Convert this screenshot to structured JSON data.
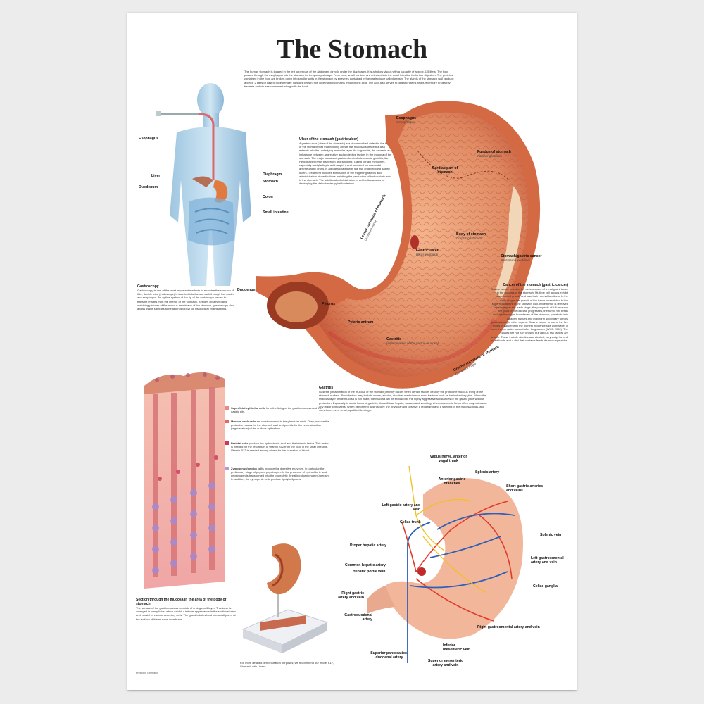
{
  "title": "The Stomach",
  "intro": "The human stomach is located in the left upper part of the abdomen, directly under the diaphragm. It is a hollow viscus with a capacity of approx. 1.5 liters. The food passes through the esophagus into the stomach for temporary storage. From here, small portions are released into the small intestine for further digestion. The proteins contained in the food are broken down into smaller units in the stomach by enzymes contained in the gastric juice called pepsin. The glands of the stomach wall produce approx. 2 liters of gastric juice per day. Besides pepsin, this juice mainly contains hydrochloric acid. The acid also serves to digest proteins and furthermore to destroy bacteria and viruses consumed along with the food.",
  "body_labels": {
    "esophagus": "Esophagus",
    "liver": "Liver",
    "duodenum": "Duodenum",
    "diaphragm": "Diaphragm",
    "stomach": "Stomach",
    "colon": "Colon",
    "small_intestine": "Small intestine"
  },
  "gastroscopy": {
    "heading": "Gastroscopy",
    "text": "Gastroscopy is one of the most important methods to examine the stomach. A thin, flexible tube (endoscope) is inserted into the stomach through the mouth and esophagus. An optical system at the tip of the endoscope serves to transmit images from the interior of the stomach. Besides observing and obtaining pictures of the mucous membrane of the stomach, gastroscopy also allows tissue samples to be taken (biopsy) for histological examinations."
  },
  "ulcer": {
    "heading": "Ulcer of the stomach (gastric ulcer)",
    "text": "A gastric ulcer (ulcer of the stomach) is a circumscribed defect in the tissue of the stomach wall that not only affects the mucosal surface but also extends into the underlying muscular layer. As in gastritis, the cause is an imbalance between aggressive and protective factors in the mucosa of the stomach. The major causes of gastric ulcer include chronic gastritis, the Helicobacter pylori bacterium and smoking. Taking certain medicines, especially acetylsalicylic acid (aspirin) and so-called non-steroidal antirheumatic drugs, is also associated with the risk of developing gastric ulcers. Treatment includes elimination of the triggering factors and administration of medications inhibiting the production of hydrochloric acid in the stomach. The additional administration of antibiotics assists in destroying the Helicobacter pylori bacterium."
  },
  "stomach_labels": {
    "esophagus": "Esophagus",
    "esophagus_lat": "Oesophagus",
    "cardiac": "Cardiac part of stomach",
    "fundus": "Fundus of stomach",
    "fundus_lat": "Fundus gastricus",
    "lesser": "Lesser curvature of stomach",
    "lesser_lat": "Curvatura minor",
    "body": "Body of stomach",
    "body_lat": "Corpus gastricum",
    "ulcer": "Gastric ulcer",
    "ulcer_lat": "Ulcus ventriculi",
    "cancer": "Stomach/gastric cancer",
    "cancer_lat": "Carcinoma ventriculi",
    "duodenum": "Duodenum",
    "pylorus": "Pylorus",
    "antrum": "Pyloric antrum",
    "gastritis": "Gastritis",
    "gastritis_lat": "(inflammation of the gastric mucosa)",
    "greater": "Greater curvature of stomach",
    "greater_lat": "Curvatura major"
  },
  "cancer": {
    "heading": "Cancer of the stomach (gastric cancer)",
    "text": "Gastric cancer refers to the development of a malignant tumor in the mucosa of the stomach. Multiple cell groups exhibit uncontrolled growth and lose their normal functions. In the early stages the growth of the tumor is restricted to the superficial layers of the stomach wall. If the tumor is removed by surgery at this early stage, the prospects of full recovery are good. If the disease progresses, the tumor will break through the organ boundaries of the stomach, penetrate into adjacent tissues and may form secondary tumors (metastases) in other organs. Gastric cancer is one of the five forms of cancer with the highest incidence rate worldwide; in men it even ranks second after lung cancer (WHO 2002). The causes are not fully known, but various risk factors are known. These include nicotine and alcohol, very salty, hot and cured foods and a diet that contains few fruits and vegetables."
  },
  "gastritis": {
    "heading": "Gastritis",
    "text": "Gastritis (inflammation of the mucosa of the stomach) mostly occurs when certain factors destroy the protective mucous lining of the stomach surface. Such factors may include stress, alcohol, nicotine, medicines or even bacteria such as Helicobacter pylori. When the mucous layer of the mucosa is not intact, the mucosa will be exposed to the highly aggressive substances of the gastric juice without protection. Especially in acute forms of gastritis, this will lead to pain, nausea and vomiting, whereas chronic forms often may not cause any major complaints. When performing gastroscopy, the physician will observe a reddening and a swelling of the mucosal folds, and sometimes even small, spotlike bleedings."
  },
  "cells": [
    {
      "name": "Superficial epithelial cells",
      "text": "form the lining of the gastric mucosa and the gastric pits.",
      "color": "#e98a8a"
    },
    {
      "name": "Mucous neck cells",
      "text": "are most common in the glandular neck. They produce the protective mucus for the stomach wall and provide for the reconstruction (regeneration) of the surface epithelium.",
      "color": "#e06a6a"
    },
    {
      "name": "Parietal cells",
      "text": "produce the hydrochloric acid and the intrinsic factor. This factor is needed for the resorption of vitamin B12 from the food in the small intestine. Vitamin B12 is needed among others for the formation of blood.",
      "color": "#c93a5a"
    },
    {
      "name": "Zymogenic (peptic) cells",
      "text": "produce the digestive enzymes, in particular the preliminary stage of pepsin, pepsinogen. In the presence of hydrochloric acid, pepsinogen is transformed into the proteolytic (breaking down proteins) pepsin. In addition, the zymogenic cells produce lipolytic lipases.",
      "color": "#b49bd6"
    }
  ],
  "mucosa": {
    "heading": "Section through the mucosa in the area of the body of stomach",
    "text": "The surface of the gastric mucosa consists of a single cell layer. This layer is arranged in many folds, which exhibit a tubular appearance in the sectional view and consist of various secretory cells. The gland tubules lead into small pores at the surface of the mucous membrane."
  },
  "model_note": "For more detailed demonstration purposes, we recommend our model K17, Stomach with Ulcers.",
  "vessel_labels": {
    "vagus": "Vagus nerve, anterior vagal trunk",
    "splenic_artery": "Splenic artery",
    "anterior_gastric": "Anterior gastric branches",
    "short_gastric": "Short gastric arteries and veins",
    "left_gastric": "Left gastric artery and vein",
    "celiac_trunk": "Celiac trunk",
    "splenic_vein": "Splenic vein",
    "proper_hepatic": "Proper hepatic artery",
    "common_hepatic": "Common hepatic artery",
    "hepatic_portal": "Hepatic portal vein",
    "left_gastroomental": "Left gastroomental artery and vein",
    "celiac_ganglia": "Celiac ganglia",
    "right_gastric": "Right gastric artery and vein",
    "gastroduodenal": "Gastroduodenal artery",
    "right_gastroomental": "Right gastroomental artery and vein",
    "inferior_mesenteric": "Inferior mesenteric vein",
    "sup_pancreatico": "Superior pancreatico-duodenal artery",
    "sup_mesenteric": "Superior mesenteric artery and vein"
  },
  "footer": "Printed in Germany"
}
